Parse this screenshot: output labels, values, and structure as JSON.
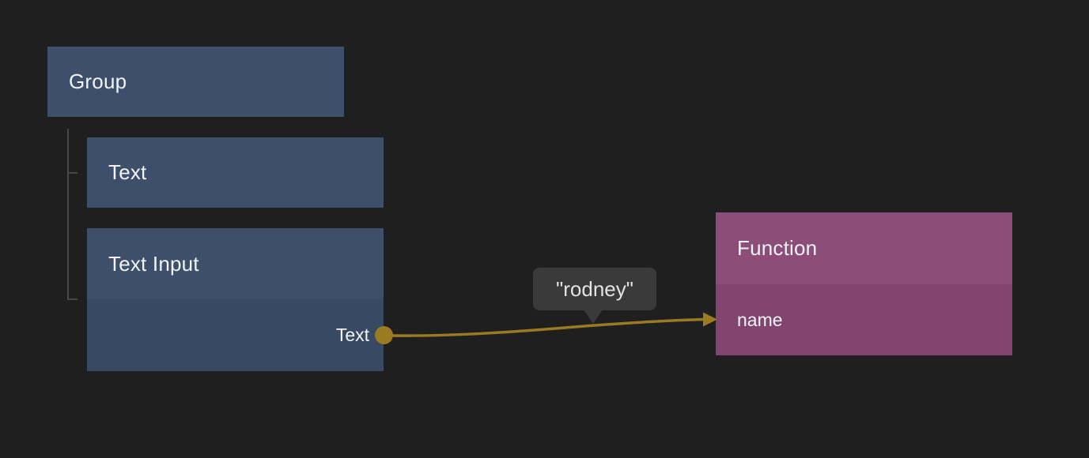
{
  "nodes": {
    "group": {
      "title": "Group"
    },
    "text": {
      "title": "Text"
    },
    "text_input": {
      "title": "Text Input",
      "output_port_label": "Text"
    },
    "function": {
      "title": "Function",
      "input_port_label": "name"
    }
  },
  "connection": {
    "from_node": "Text Input",
    "from_port": "Text",
    "to_node": "Function",
    "to_port": "name",
    "value": "\"rodney\""
  },
  "colors": {
    "canvas-bg": "#1f1f1f",
    "node-blue-header": "#3d4f6a",
    "node-blue-body": "#384a63",
    "node-purple-header": "#8c4d78",
    "node-purple-body": "#814570",
    "wire-gold": "#9a7b22",
    "tree-line": "#474747",
    "tooltip-bg": "#3a3a3a",
    "node-text": "#f1f3f5",
    "tooltip-text": "#e3e3e3"
  }
}
